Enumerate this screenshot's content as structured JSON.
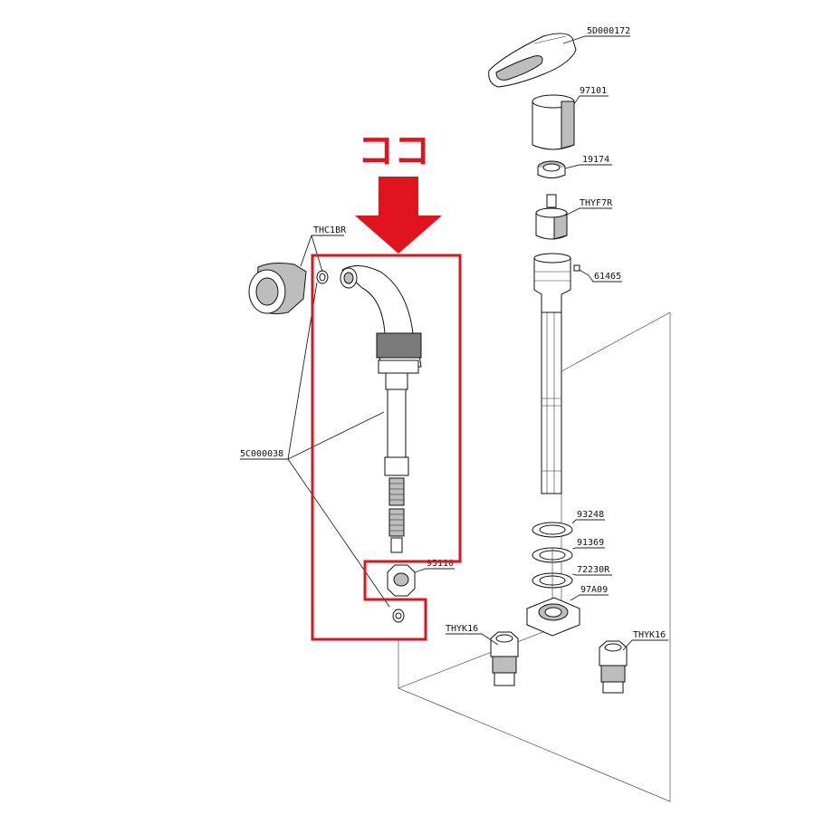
{
  "heading": "ココ",
  "callouts": {
    "p5D000172": "5D000172",
    "p97101": "97101",
    "p19174": "19174",
    "pTHYF7R": "THYF7R",
    "p61465": "61465",
    "pTHC1BR": "THC1BR",
    "p5C000038": "5C000038",
    "p95110": "95110",
    "p93248": "93248",
    "p91369": "91369",
    "p72230R": "72230R",
    "p97A09": "97A09",
    "pTHYK16_left": "THYK16",
    "pTHYK16_right": "THYK16"
  },
  "colors": {
    "highlight": "#e0141e",
    "linework": "#111111",
    "background": "#ffffff"
  }
}
